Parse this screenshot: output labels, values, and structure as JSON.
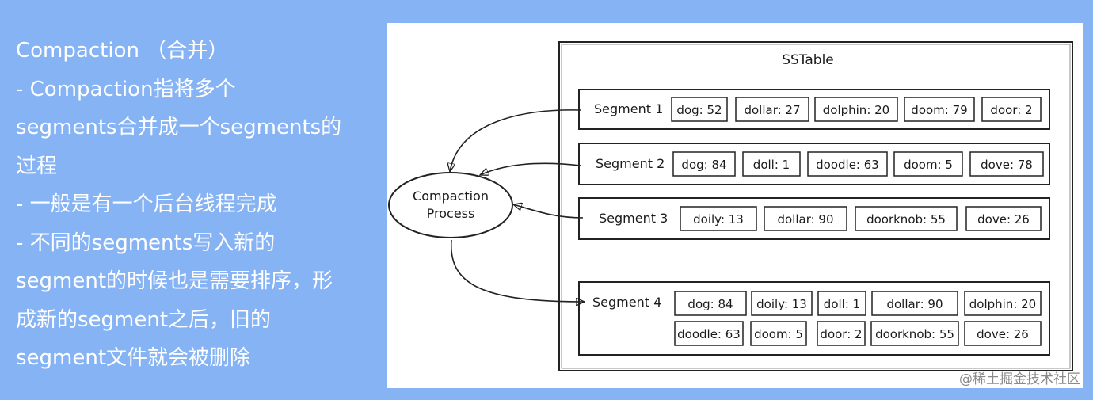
{
  "left_text": {
    "lines": [
      "Compaction （合并）",
      "-   Compaction指将多个",
      "segments合并成一个segments的",
      "过程",
      "- 一般是有一个后台线程完成",
      "- 不同的segments写入新的",
      "segment的时候也是需要排序，形",
      "成新的segment之后，旧的",
      "segment文件就会被删除"
    ]
  },
  "diagram": {
    "title": "SSTable",
    "process_label_line1": "Compaction",
    "process_label_line2": "Process",
    "segments": [
      {
        "label": "Segment 1",
        "entries": [
          "dog: 52",
          "dollar: 27",
          "dolphin: 20",
          "doom: 79",
          "door: 2"
        ]
      },
      {
        "label": "Segment 2",
        "entries": [
          "dog: 84",
          "doll: 1",
          "doodle: 63",
          "doom: 5",
          "dove: 78"
        ]
      },
      {
        "label": "Segment 3",
        "entries": [
          "doily: 13",
          "dollar: 90",
          "doorknob: 55",
          "dove: 26"
        ]
      },
      {
        "label": "Segment 4",
        "entries": [
          "dog: 84",
          "doily: 13",
          "doll: 1",
          "dollar: 90",
          "dolphin: 20",
          "doodle: 63",
          "doom: 5",
          "door: 2",
          "doorknob: 55",
          "dove: 26"
        ]
      }
    ]
  },
  "watermark": "@稀土掘金技术社区"
}
